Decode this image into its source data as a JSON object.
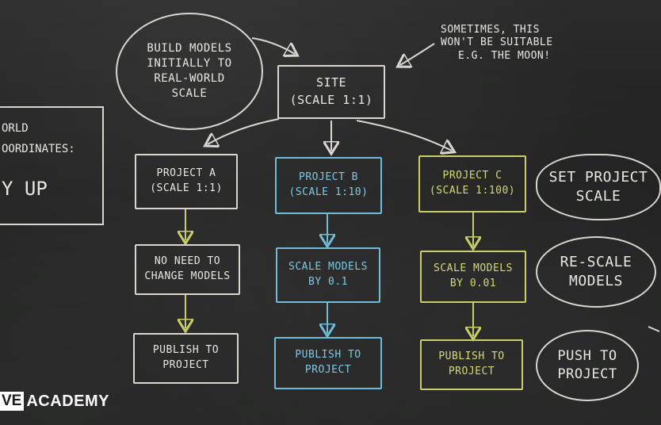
{
  "cloud_left": {
    "lines": [
      "BUILD MODELS",
      "INITIALLY TO",
      "REAL-WORLD",
      "SCALE"
    ]
  },
  "note_top_right": {
    "lines": [
      "SOMETIMES, THIS",
      "WON'T BE SUITABLE",
      "E.G. THE MOON!"
    ]
  },
  "site_box": {
    "title": "SITE",
    "scale": "(SCALE 1:1)"
  },
  "world_coords": {
    "lines": [
      "ORLD",
      "OORDINATES:",
      "Y UP"
    ]
  },
  "columns": [
    {
      "color": "white",
      "project": {
        "title": "PROJECT A",
        "scale": "(SCALE 1:1)"
      },
      "action": {
        "lines": [
          "NO NEED TO",
          "CHANGE MODELS"
        ]
      },
      "publish": {
        "lines": [
          "PUBLISH TO",
          "PROJECT"
        ]
      }
    },
    {
      "color": "blue",
      "project": {
        "title": "PROJECT B",
        "scale": "(SCALE 1:10)"
      },
      "action": {
        "lines": [
          "SCALE MODELS",
          "BY 0.1"
        ]
      },
      "publish": {
        "lines": [
          "PUBLISH TO",
          "PROJECT"
        ]
      }
    },
    {
      "color": "yellow",
      "project": {
        "title": "PROJECT C",
        "scale": "(SCALE 1:100)"
      },
      "action": {
        "lines": [
          "SCALE MODELS",
          "BY 0.01"
        ]
      },
      "publish": {
        "lines": [
          "PUBLISH TO",
          "PROJECT"
        ]
      }
    }
  ],
  "side_labels": [
    {
      "lines": [
        "SET PROJECT",
        "SCALE"
      ]
    },
    {
      "lines": [
        "RE-SCALE",
        "MODELS"
      ]
    },
    {
      "lines": [
        "PUSH TO",
        "PROJECT"
      ]
    }
  ],
  "logo": {
    "mark": "VE",
    "text": "ACADEMY"
  },
  "colors": {
    "white": "#e9e7df",
    "blue": "#7fc8e4",
    "yellow": "#d4d973",
    "board": "#1c1d1c"
  }
}
